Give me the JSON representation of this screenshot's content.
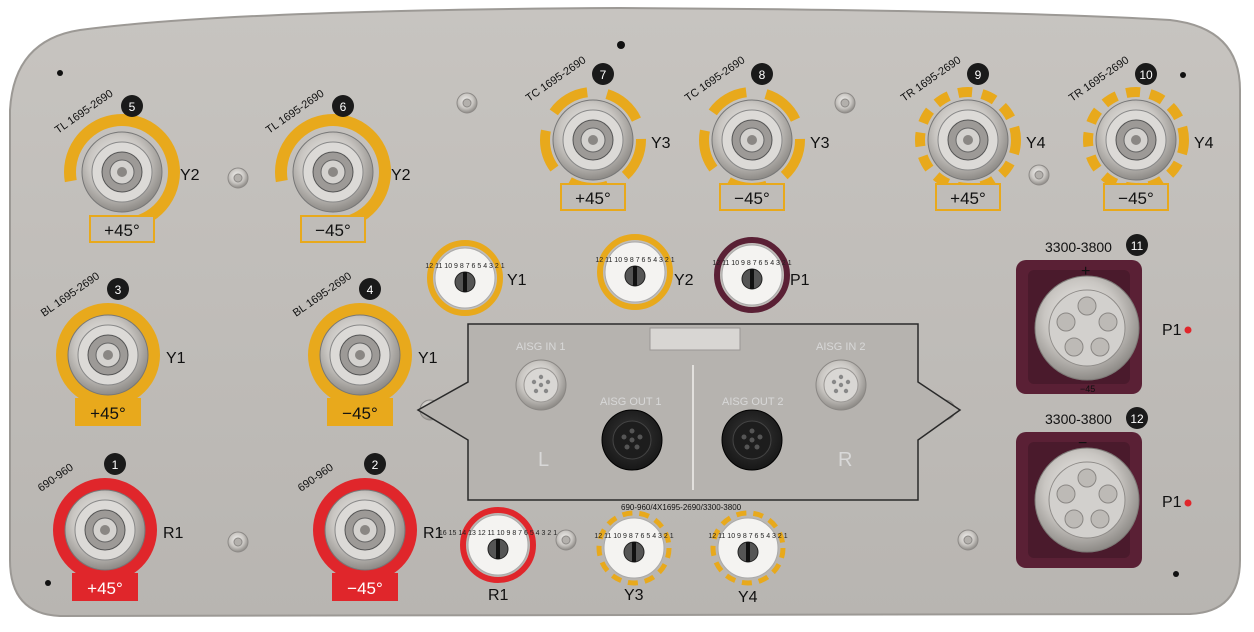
{
  "connectors": {
    "c5": {
      "band": "TL 1695-2690",
      "num": "5",
      "port": "Y2",
      "tilt": "+45°"
    },
    "c6": {
      "band": "TL 1695-2690",
      "num": "6",
      "port": "Y2",
      "tilt": "−45°"
    },
    "c7": {
      "band": "TC 1695-2690",
      "num": "7",
      "port": "Y3",
      "tilt": "+45°"
    },
    "c8": {
      "band": "TC 1695-2690",
      "num": "8",
      "port": "Y3",
      "tilt": "−45°"
    },
    "c9": {
      "band": "TR 1695-2690",
      "num": "9",
      "port": "Y4",
      "tilt": "+45°"
    },
    "c10": {
      "band": "TR 1695-2690",
      "num": "10",
      "port": "Y4",
      "tilt": "−45°"
    },
    "c3": {
      "band": "BL 1695-2690",
      "num": "3",
      "port": "Y1",
      "tilt": "+45°"
    },
    "c4": {
      "band": "BL 1695-2690",
      "num": "4",
      "port": "Y1",
      "tilt": "−45°"
    },
    "c1": {
      "band": "690-960",
      "num": "1",
      "port": "R1",
      "tilt": "+45°"
    },
    "c2": {
      "band": "690-960",
      "num": "2",
      "port": "R1",
      "tilt": "−45°"
    },
    "c11": {
      "band": "3300-3800",
      "num": "11",
      "port": "P1",
      "top_mark": "+",
      "bottom_mark": "−45"
    },
    "c12": {
      "band": "3300-3800",
      "num": "12",
      "port": "P1",
      "top_mark": "−"
    }
  },
  "dials": {
    "top": [
      {
        "label": "Y1",
        "scale": "12 11 10 9 8 7 6 5 4 3 2 1"
      },
      {
        "label": "Y2",
        "scale": "12 11 10 9 8 7 6 5 4 3 2 1"
      },
      {
        "label": "P1",
        "scale": "12 11 10 9 8 7 6 5 4 3 2 1"
      }
    ],
    "bottom": [
      {
        "label": "R1",
        "scale": "16 15 14 13 12 11 10 9 8 7 6 5 4 3 2 1"
      },
      {
        "label": "Y3",
        "scale": "12 11 10 9 8 7 6 5 4 3 2 1"
      },
      {
        "label": "Y4",
        "scale": "12 11 10 9 8 7 6 5 4 3 2 1"
      }
    ]
  },
  "aisg": {
    "in1": "AISG IN 1",
    "out1": "AISG OUT 1",
    "out2": "AISG OUT 2",
    "in2": "AISG IN 2",
    "left": "L",
    "right": "R",
    "caption": "690-960/4X1695-2690/3300-3800"
  },
  "colors": {
    "panel": "#bfbcb8",
    "yellow": "#e8a91c",
    "red": "#e0262b",
    "purple": "#5a2035",
    "metal": "#cfcdca"
  }
}
